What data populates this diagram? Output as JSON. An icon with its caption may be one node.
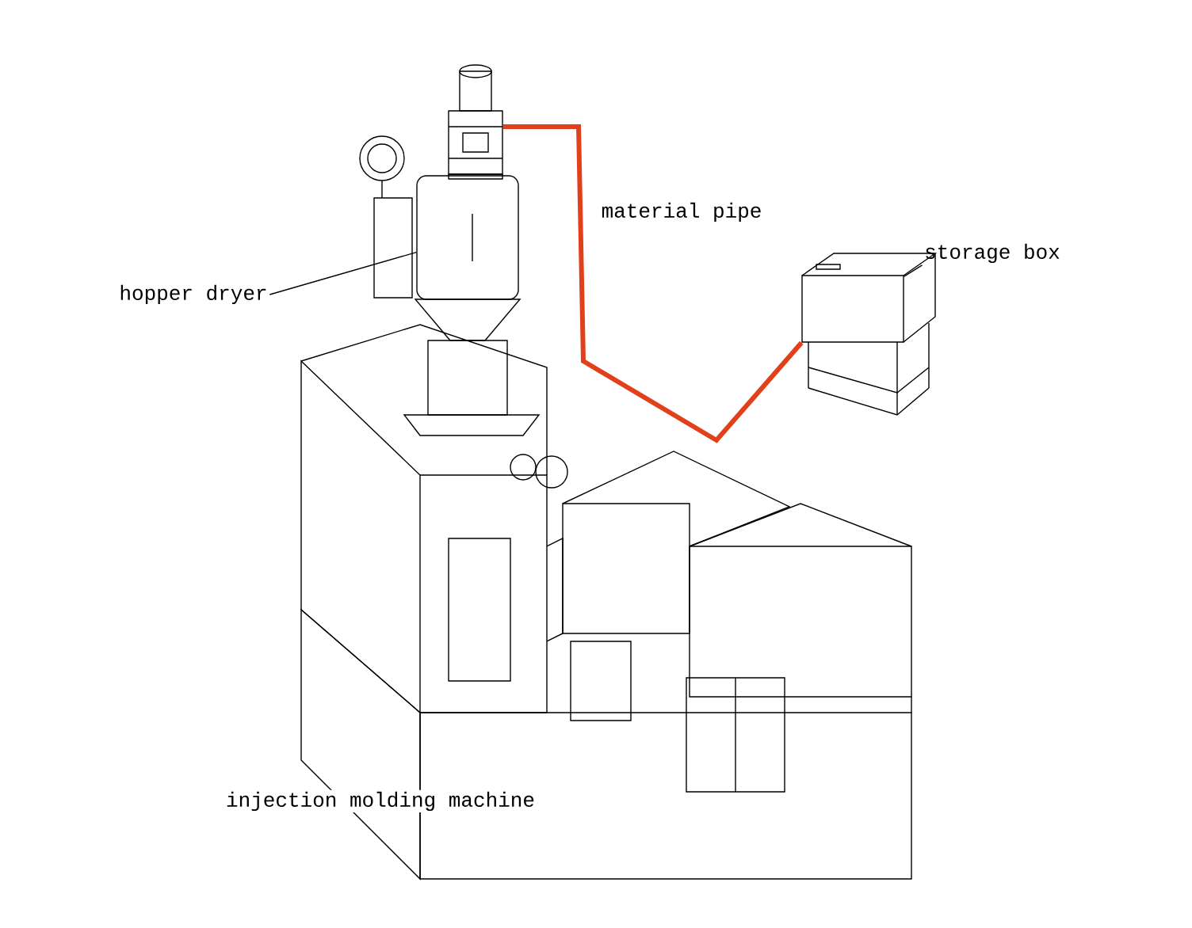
{
  "diagram": {
    "nodes": [
      {
        "text": [
          "hopper dryer"
        ]
      },
      {
        "text": [],
        "shape": "picture"
      },
      {
        "text": [],
        "shape": "picture"
      },
      {
        "text": [
          "storage box"
        ]
      },
      {
        "text": [],
        "shape": "picture"
      }
    ],
    "edges": [
      {
        "from": 0,
        "to": 1,
        "arrow": "none"
      },
      {
        "from": 3,
        "to": 4,
        "arrow": "none"
      },
      {
        "from": 2,
        "to": 4,
        "arrow": "none",
        "style": "thick",
        "color": "#e0401a"
      }
    ],
    "labels": [
      "material pipe",
      "injection molding machine"
    ]
  }
}
